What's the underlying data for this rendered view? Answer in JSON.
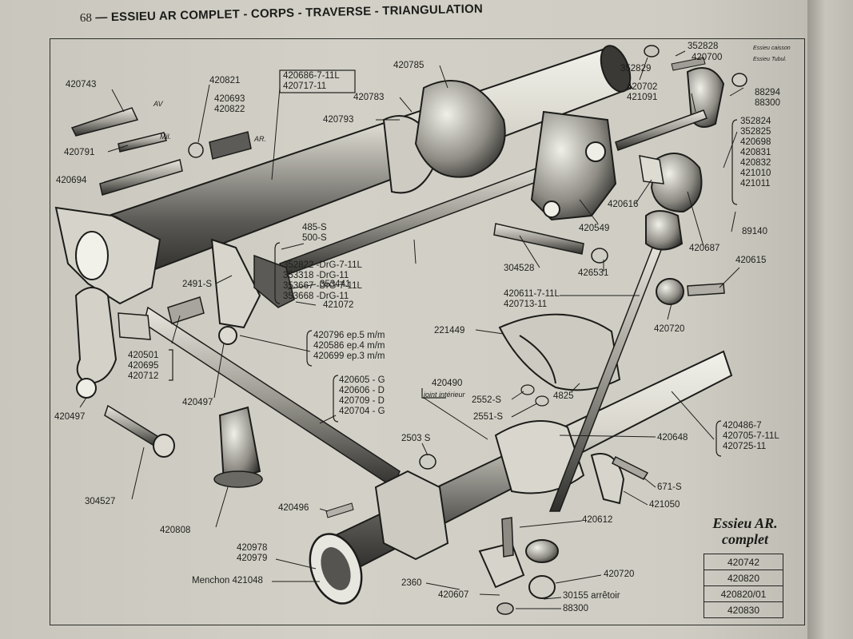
{
  "header": {
    "page_number": "68",
    "title": "— ESSIEU AR COMPLET - CORPS - TRAVERSE - TRIANGULATION"
  },
  "labels": {
    "p420743": "420743",
    "av": "AV",
    "p420821": "420821",
    "p420693": "420693",
    "p420822": "420822",
    "mil": "Mil.",
    "ar": "AR.",
    "p420791": "420791",
    "p420694": "420694",
    "p420686": "420686-7-11L",
    "p420717": "420717-11",
    "p420785": "420785",
    "p420783": "420783",
    "p420793": "420793",
    "p352828": "352828",
    "p352828_note": "Essieu caisson",
    "p420700": "420700",
    "p420700_note": "Essieu Tubul.",
    "p352829": "352829",
    "p420702": "420702",
    "p421091": "421091",
    "p88294": "88294",
    "p88300a": "88300",
    "p352824": "352824",
    "p352825": "352825",
    "p420698": "420698",
    "p420831": "420831",
    "p420832": "420832",
    "p421010": "421010",
    "p421011": "421011",
    "p420616": "420616",
    "p420549": "420549",
    "p89140": "89140",
    "p420687": "420687",
    "p420615": "420615",
    "p485s": "485-S",
    "p500s": "500-S",
    "p2491s": "2491-S",
    "p353441": "353441",
    "p421072": "421072",
    "p352822": "352822 -DrG-7-11L",
    "p353318": "353318 -DrG-11",
    "p353667": "353667 -DrG-7-11L",
    "p353668": "353668 -DrG-11",
    "p304528": "304528",
    "p426531": "426531",
    "p420611": "420611-7-11L",
    "p420713": "420713-11",
    "p420720a": "420720",
    "p221449": "221449",
    "p420796": "420796 ep.5 m/m",
    "p420586": "420586 ep.4 m/m",
    "p420699": "420699 ep.3 m/m",
    "p420501": "420501",
    "p420695": "420695",
    "p420712": "420712",
    "p420497a": "420497",
    "p420497b": "420497",
    "p420605": "420605 - G",
    "p420606": "420606 - D",
    "p420709": "420709 - D",
    "p420704": "420704 - G",
    "p420490": "420490",
    "joint": "joint intérieur",
    "p2552s": "2552-S",
    "p2551s": "2551-S",
    "p4825": "4825",
    "p420486": "420486-7",
    "p420705": "420705-7-11L",
    "p420725": "420725-11",
    "p420648": "420648",
    "p304527": "304527",
    "p2503s": "2503 S",
    "p671s": "671-S",
    "p420808": "420808",
    "p420496": "420496",
    "p421050": "421050",
    "p420612": "420612",
    "p420978": "420978",
    "p420979": "420979",
    "menchon": "Menchon 421048",
    "p2360": "2360",
    "p420607": "420607",
    "p420720b": "420720",
    "p30155": "30155 arrêtoir",
    "p88300b": "88300"
  },
  "legend": {
    "title_line1": "Essieu AR.",
    "title_line2": "complet",
    "rows": [
      "420742",
      "420820",
      "420820/01",
      "420830"
    ]
  }
}
